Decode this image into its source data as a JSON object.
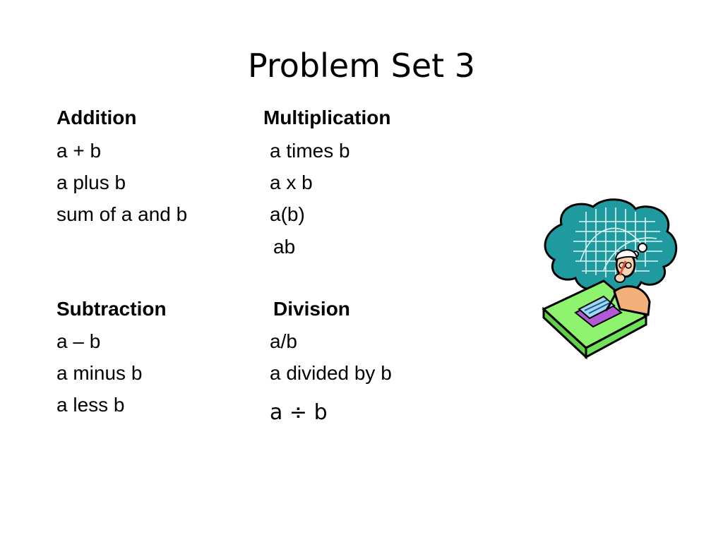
{
  "slide": {
    "title": "Problem Set 3",
    "addition": {
      "heading": "Addition",
      "items": [
        " a + b",
        " a plus b",
        " sum of a and b"
      ]
    },
    "multiplication": {
      "heading": "Multiplication",
      "items": [
        "a times b",
        "a x b",
        "a(b)",
        "ab"
      ]
    },
    "subtraction": {
      "heading": "Subtraction",
      "items": [
        "a – b",
        "a minus b",
        "a less b"
      ]
    },
    "division": {
      "heading": "Division",
      "items": [
        "a/b",
        "a divided by b",
        "a ÷ b"
      ]
    },
    "clipart": {
      "icon": "thinking-student-clipart",
      "colors": {
        "cloud": "#1f9a9e",
        "desk": "#8ef36e",
        "paper": "#9fd8f5",
        "book": "#b15ad6",
        "shirt": "#f3b07a"
      }
    }
  }
}
